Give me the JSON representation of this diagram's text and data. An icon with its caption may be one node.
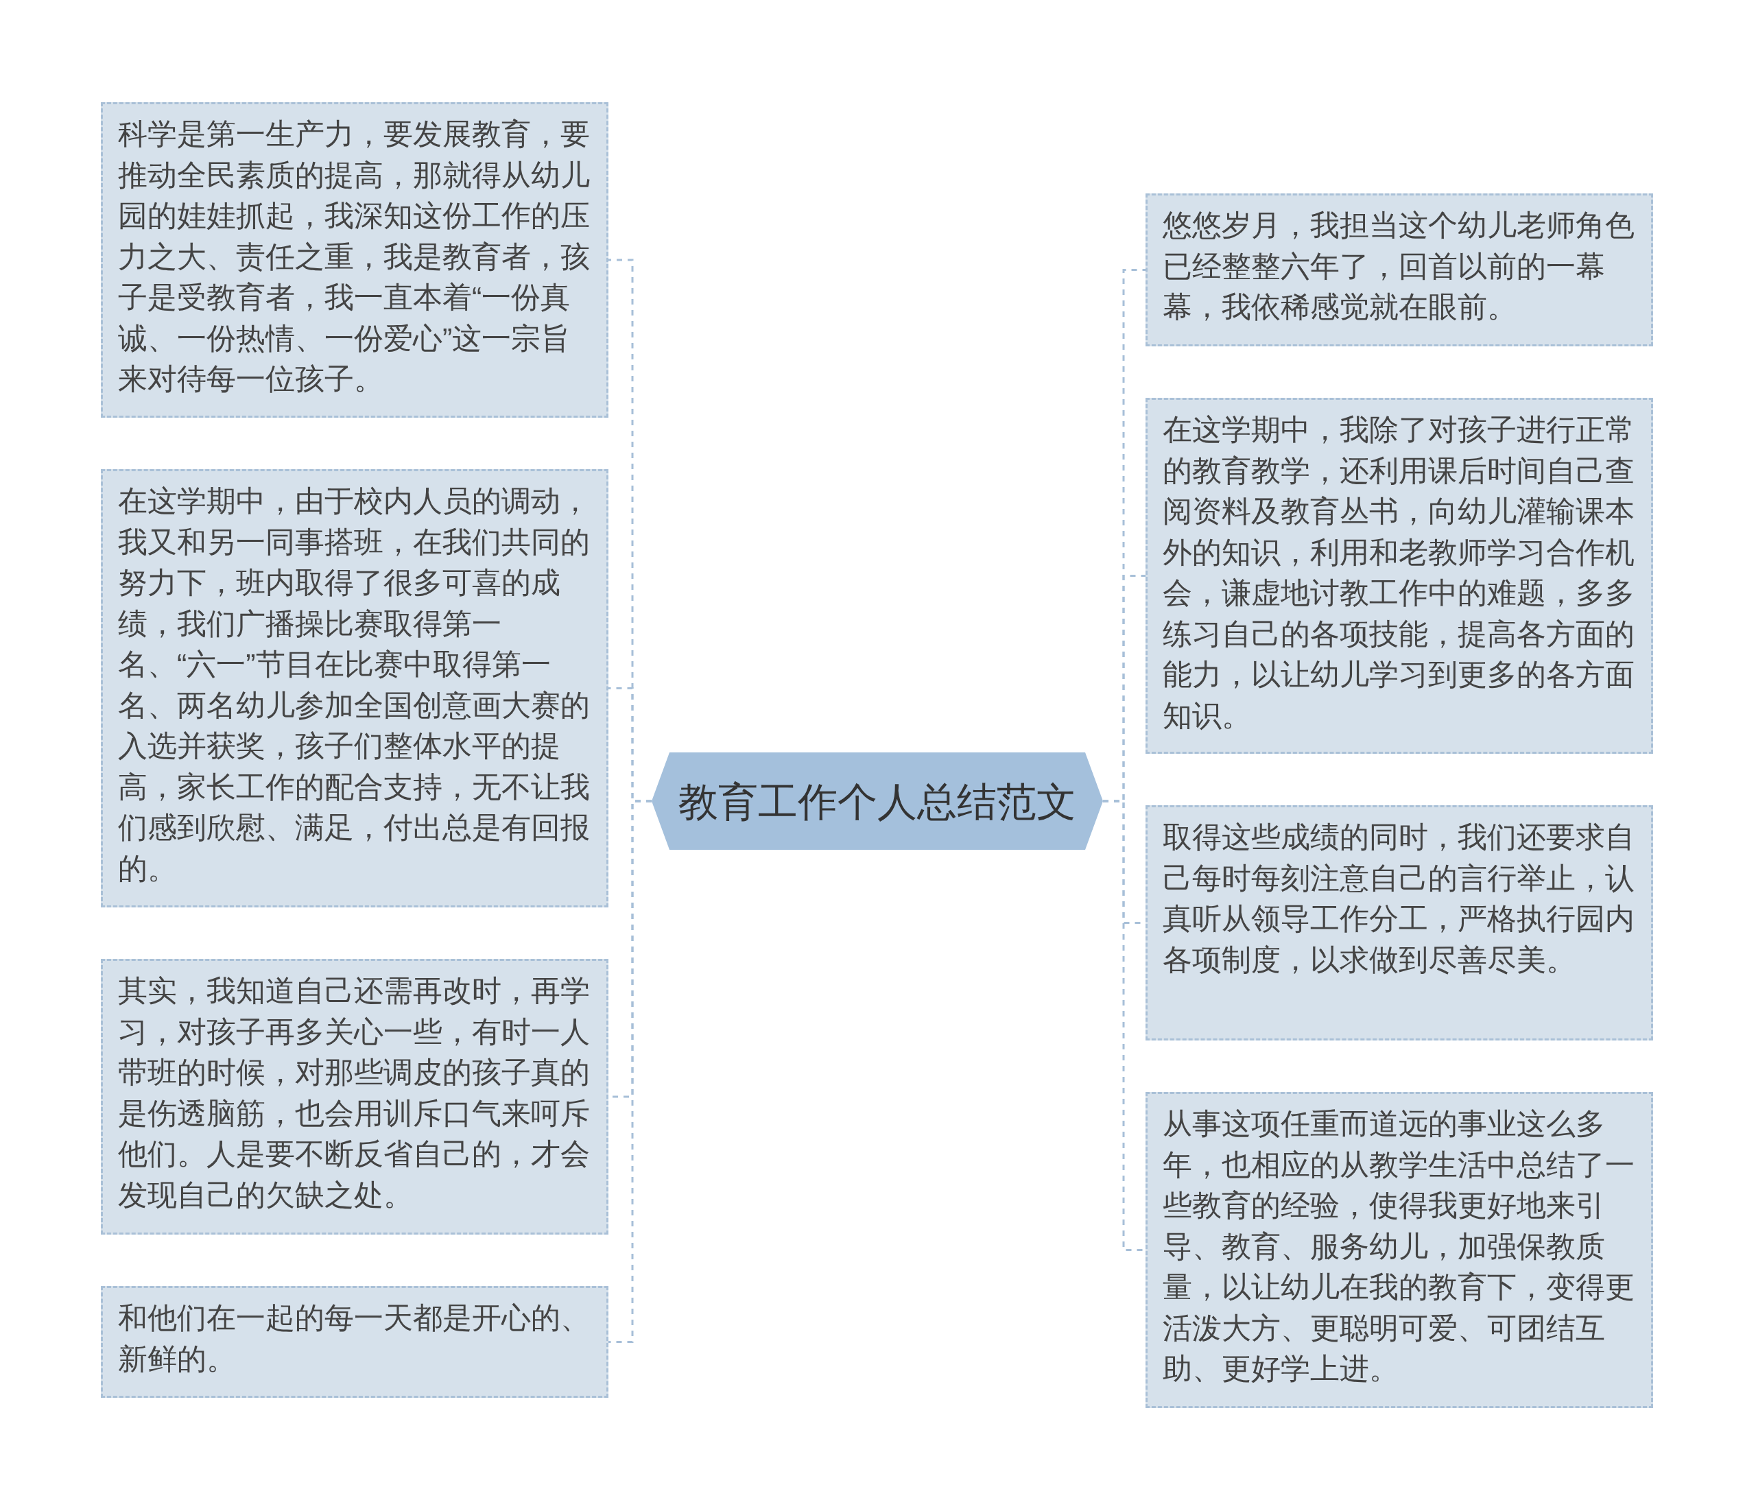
{
  "diagram": {
    "nodes": [
      {
        "text": [
          "教育工作个人总结范文"
        ]
      },
      {
        "text": [
          "科学是第一生产力，要发展教育，要推动全民素质的提高，那就得从幼儿园的娃娃抓起，我深知这份工作的压力之大、责任之重，我是教育者，孩子是受教育者，我一直本着“一份真诚、一份热情、一份爱心”这一宗旨来对待每一位孩子。"
        ]
      },
      {
        "text": [
          "在这学期中，由于校内人员的调动，我又和另一同事搭班，在我们共同的努力下，班内取得了很多可喜的成绩，我们广播操比赛取得第一名、“六一”节目在比赛中取得第一名、两名幼儿参加全国创意画大赛的入选并获奖，孩子们整体水平的提高，家长工作的配合支持，无不让我们感到欣慰、满足，付出总是有回报的。"
        ]
      },
      {
        "text": [
          "其实，我知道自己还需再改时，再学习，对孩子再多关心一些，有时一人带班的时候，对那些调皮的孩子真的是伤透脑筋，也会用训斥口气来呵斥他们。人是要不断反省自己的，才会发现自己的欠缺之处。"
        ]
      },
      {
        "text": [
          "和他们在一起的每一天都是开心的、新鲜的。"
        ]
      },
      {
        "text": [
          "悠悠岁月，我担当这个幼儿老师角色已经整整六年了，回首以前的一幕幕，我依稀感觉就在眼前。"
        ]
      },
      {
        "text": [
          "在这学期中，我除了对孩子进行正常的教育教学，还利用课后时间自己查阅资料及教育丛书，向幼儿灌输课本外的知识，利用和老教师学习合作机会，谦虚地讨教工作中的难题，多多练习自己的各项技能，提高各方面的能力，以让幼儿学习到更多的各方面知识。"
        ]
      },
      {
        "text": [
          "取得这些成绩的同时，我们还要求自己每时每刻注意自己的言行举止，认真听从领导工作分工，严格执行园内各项制度，以求做到尽善尽美。"
        ]
      },
      {
        "text": [
          "从事这项任重而道远的事业这么多年，也相应的从教学生活中总结了一些教育的经验，使得我更好地来引导、教育、服务幼儿，加强保教质量，以让幼儿在我的教育下，变得更活泼大方、更聪明可爱、可团结互助、更好学上进。"
        ]
      }
    ],
    "edges": [
      {
        "from": 0,
        "to": 1,
        "arrow": "none"
      },
      {
        "from": 0,
        "to": 2,
        "arrow": "none"
      },
      {
        "from": 0,
        "to": 3,
        "arrow": "none"
      },
      {
        "from": 0,
        "to": 4,
        "arrow": "none"
      },
      {
        "from": 0,
        "to": 5,
        "arrow": "none"
      },
      {
        "from": 0,
        "to": 6,
        "arrow": "none"
      },
      {
        "from": 0,
        "to": 7,
        "arrow": "none"
      },
      {
        "from": 0,
        "to": 8,
        "arrow": "none"
      }
    ]
  }
}
